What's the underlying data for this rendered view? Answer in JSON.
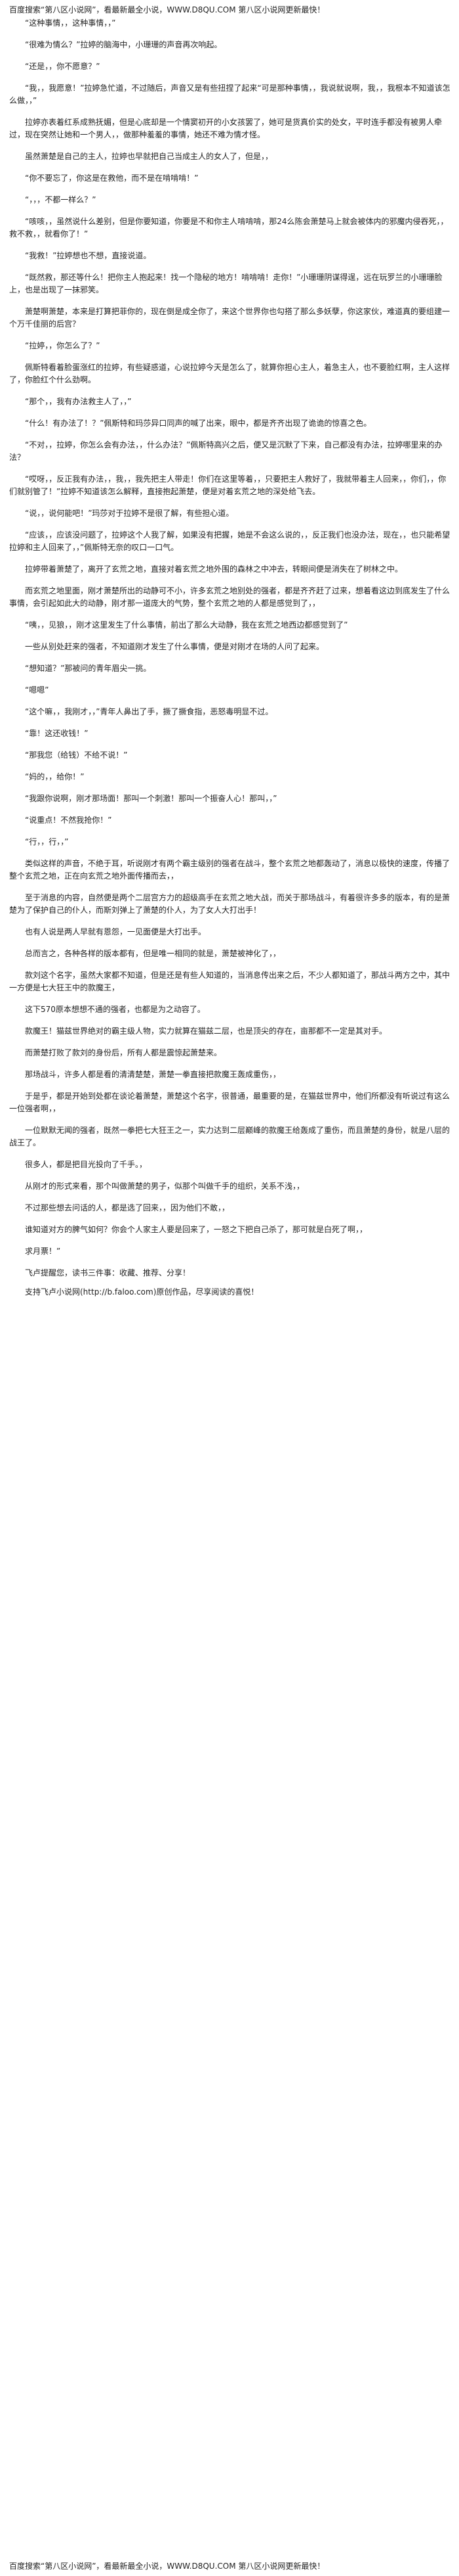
{
  "banner": {
    "top": "百度搜索“第八区小说网”，看最新最全小说，WWW.D8QU.COM  第八区小说网更新最快！",
    "bottom": "百度搜索“第八区小说网”，看最新最全小说，WWW.D8QU.COM  第八区小说网更新最快！"
  },
  "paragraphs": [
    "“这种事情，，这种事情，，”",
    "“很难为情么？”拉婷的脑海中，小珊珊的声音再次响起。",
    "“还是，，你不愿意？”",
    "“我，，我愿意！”拉婷急忙道，不过随后，声音又是有些扭捏了起来“可是那种事情，，我说就说啊，我，，我根本不知道该怎么做，，”",
    "拉婷亦表着红系成熟抚媚，但是心底却是一个情窦初开的小女孩罢了，她可是货真价实的处女，平时连手都没有被男人牵过，现在突然让她和一个男人，，做那种羞羞的事情，她还不难为情才怪。",
    "虽然萧楚是自己的主人，拉婷也早就把自己当成主人的女人了，但是，，",
    "“你不要忘了，你这是在救他，而不是在啃啃啃！”",
    "“，，，不都一样么？”",
    "“咳咳，，虽然说什么差别，但是你要知道，你要是不和你主人啃啃啃，那24么陈会萧楚马上就会被体内的邪魔内侵吞死，，救不救，，就看你了！”",
    "“我救！”拉婷想也不想，直接说道。",
    "“既然救，那还等什么！把你主人抱起来！找一个隐秘的地方！啃啃啃！走你！”小珊珊阴谋得逞，远在玩罗兰的小珊珊脸上，也是出现了一抹邪笑。",
    "萧楚啊萧楚，本来是打算把菲你的，现在倒是成全你了，来这个世界你也勾搭了那么多妖孽，你这家伙，难道真的要组建一个万千佳丽的后宫？",
    "“拉婷，，你怎么了？”",
    "佩斯特看着脸蛋涨红的拉婷，有些疑惑道，心说拉婷今天是怎么了，就算你担心主人，着急主人，也不要脸红啊，主人这样了，你脸红个什么劲啊。",
    "“那个，，我有办法救主人了，，”",
    "“什么！有办法了！？”佩斯特和玛莎异口同声的喊了出来，眼中，都是齐齐出现了诡诡的惊喜之色。",
    "“不对，，拉婷，你怎么会有办法，，什么办法？”佩斯特高兴之后，便又是沉默了下来，自己都没有办法，拉婷哪里来的办法？",
    "“哎呀，，反正我有办法，，我，，我先把主人带走！你们在这里等着，，只要把主人救好了，我就带着主人回来，，你们，，你们就别管了！”拉婷不知道该怎么解释，直接抱起萧楚，便是对着玄荒之地的深处给飞去。",
    "“说，，说何能吧！”玛莎对于拉婷不是很了解，有些担心道。",
    "“应该，，应该没问题了，拉婷这个人我了解，如果没有把握，她是不会这么说的，，反正我们也没办法，现在，，也只能希望拉婷和主人回来了，，”佩斯特无奈的叹口一口气。",
    "拉婷带着萧楚了，离开了玄荒之地，直接对着玄荒之地外围的森林之中冲去，转眼间便是消失在了树林之中。",
    "而玄荒之地里面，刚才萧楚所出的动静可不小，许多玄荒之地别处的强者，都是齐齐赶了过来，想着看这边到底发生了什么事情，会引起如此大的动静，刚才那一道庞大的气势，整个玄荒之地的人都是感觉到了，，",
    "“咦，，见狼，，刚才这里发生了什么事情，前出了那么大动静，我在玄荒之地西边都感觉到了”",
    "一些从别处赶来的强者，不知道刚才发生了什么事情，便是对刚才在场的人问了起来。",
    "“想知道？”那被问的青年眉尖一挑。",
    "“嗯嗯”",
    "“这个嘛，，我刚才，，”青年人鼻出了手，撅了撅食指，恶怒毒明显不过。",
    "“靠！这还收钱！”",
    "“那我您（给钱）不给不说！”",
    "“妈的，，给你！”",
    "“我跟你说啊，刚才那场面！那叫一个刺激！那叫一个振奋人心！那叫，，”",
    "“说重点！不然我抢你！”",
    "“行，，行，，”",
    "类似这样的声音，不绝于耳，听说刚才有两个霸主级别的强者在战斗，整个玄荒之地都轰动了，消息以极快的速度，传播了整个玄荒之地，正在向玄荒之地外面传播而去，，",
    "至于消息的内容，自然便是两个二层宫方力的超级高手在玄荒之地大战，而关于那场战斗，有着很许多多的版本，有的是萧楚为了保护自己的仆人，而斯刘弹上了萧楚的仆人，为了女人大打出手！",
    "也有人说是两人早就有恩怨，一见面便是大打出手。",
    "总而言之，各种各样的版本都有，但是唯一相同的就是，萧楚被神化了，，",
    "款刘这个名字，虽然大家都不知道，但是还是有些人知道的，当消息传出来之后，不少人都知道了，那战斗两方之中，其中一方便是七大狂王中的款魔王，",
    "这下570原本想想不通的强者，也都是为之动容了。",
    "款魔王！猫兹世界绝对的霸主级人物，实力就算在猫兹二层，也是顶尖的存在，亩那都不一定是其对手。",
    "而萧楚打败了款刘的身份后，所有人都是震惊起萧楚来。",
    "那场战斗，许多人都是看的清清楚楚，萧楚一拳直接把款魔王轰成重伤，，",
    "于是乎，都是开始到处都在谈论着萧楚，萧楚这个名字，很普通，最重要的是，在猫兹世界中，他们所都没有听说过有这么一位强者啊，，",
    "一位默默无闻的强者，既然一拳把七大狂王之一，实力达到二层巅峰的款魔王给轰成了重伤，而且萧楚的身份，就是八层的战王了。",
    "很多人，都是把目光投向了千手。，",
    "从刚才的形式来看，那个叫做萧楚的男子，似那个叫做千手的组织，关系不浅，，",
    "不过那些想去问话的人，都是选了回来，，因为他们不敢，，",
    "谁知道对方的脾气如何？你会个人家主人要是回来了，一怒之下把自己杀了，那可就是白死了啊，，",
    "求月票！”"
  ],
  "footer": {
    "share": "飞卢提醒您，读书三件事：收藏、推荐、分享！",
    "support": "支持飞卢小说网(http://b.faloo.com)原创作品，尽享阅读的喜悦！"
  }
}
